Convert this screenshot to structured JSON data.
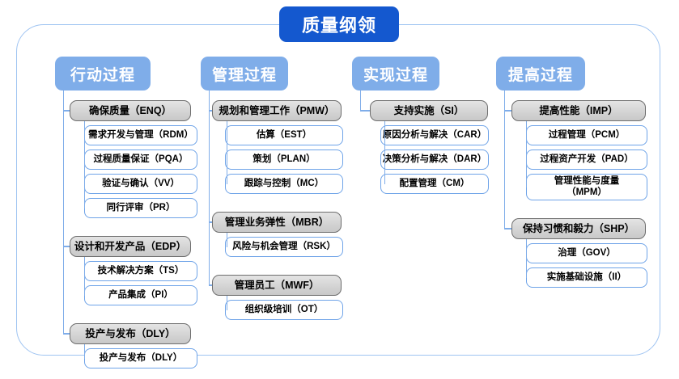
{
  "diagram": {
    "root": {
      "label": "质量纲领"
    },
    "columns": [
      {
        "header": "行动过程",
        "groups": [
          {
            "label": "确保质量（ENQ）",
            "children": [
              "需求开发与管理（RDM）",
              "过程质量保证（PQA）",
              "验证与确认（VV）",
              "同行评审（PR）"
            ]
          },
          {
            "label": "设计和开发产品（EDP）",
            "children": [
              "技术解决方案（TS）",
              "产品集成（PI）"
            ]
          },
          {
            "label": "投产与发布（DLY）",
            "children": [
              "投产与发布（DLY）"
            ]
          }
        ]
      },
      {
        "header": "管理过程",
        "groups": [
          {
            "label": "规划和管理工作（PMW）",
            "children": [
              "估算（EST）",
              "策划（PLAN）",
              "跟踪与控制（MC）"
            ]
          },
          {
            "label": "管理业务弹性（MBR）",
            "children": [
              "风险与机会管理（RSK）"
            ]
          },
          {
            "label": "管理员工（MWF）",
            "children": [
              "组织级培训（OT）"
            ]
          }
        ]
      },
      {
        "header": "实现过程",
        "groups": [
          {
            "label": "支持实施（SI）",
            "children": [
              "原因分析与解决（CAR）",
              "决策分析与解决（DAR）",
              "配置管理（CM）"
            ]
          }
        ]
      },
      {
        "header": "提高过程",
        "groups": [
          {
            "label": "提高性能（IMP）",
            "children": [
              "过程管理（PCM）",
              "过程资产开发（PAD）",
              "管理性能与度量\n（MPM）"
            ]
          },
          {
            "label": "保持习惯和毅力（SHP）",
            "children": [
              "治理（GOV）",
              "实施基础设施（II）"
            ]
          }
        ]
      }
    ],
    "colors": {
      "root_fill": "#1458cf",
      "header_fill": "#7fade9",
      "group_fill": "#d8d8d8",
      "group_stroke": "#6e6e6e",
      "leaf_stroke": "#6ea3e8",
      "connector": "#7fade9",
      "frame_stroke": "#9fc4f2",
      "background": "#ffffff"
    }
  }
}
